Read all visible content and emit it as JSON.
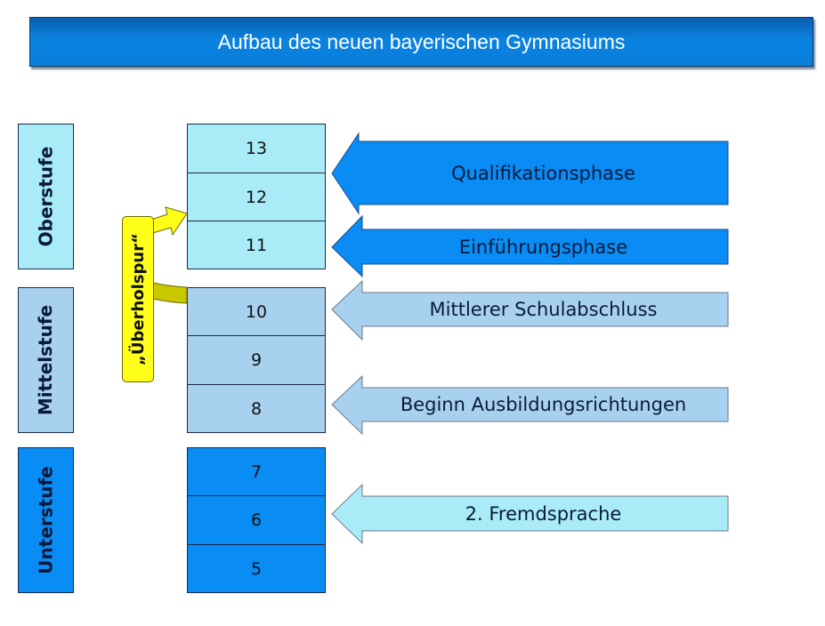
{
  "title": "Aufbau des neuen bayerischen Gymnasiums",
  "stages": [
    {
      "label": "Oberstufe",
      "grades": [
        "13",
        "12",
        "11"
      ]
    },
    {
      "label": "Mittelstufe",
      "grades": [
        "10",
        "9",
        "8"
      ]
    },
    {
      "label": "Unterstufe",
      "grades": [
        "7",
        "6",
        "5"
      ]
    }
  ],
  "arrows": [
    {
      "label": "Qualifikationsphase"
    },
    {
      "label": "Einführungsphase"
    },
    {
      "label": "Mittlerer Schulabschluss"
    },
    {
      "label": "Beginn Ausbildungsrichtungen"
    },
    {
      "label": "2. Fremdsprache"
    }
  ],
  "shortcut_label": "„Überholspur“",
  "colors": {
    "oberstufe": "#a9ecf7",
    "mittelstufe": "#a8d1f0",
    "unterstufe": "#0a8cf5",
    "shortcut": "#ffff1a"
  }
}
